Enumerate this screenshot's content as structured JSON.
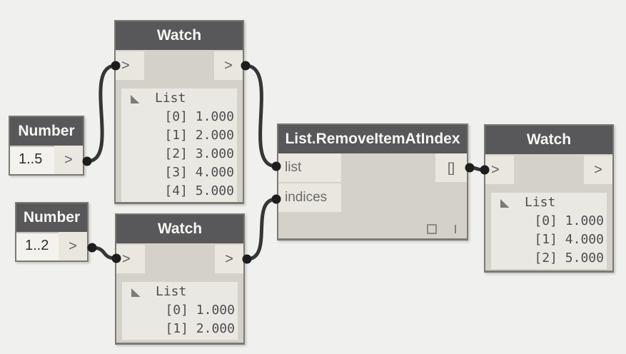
{
  "app": {
    "name": "Dynamo node graph canvas"
  },
  "colors": {
    "canvas_bg": "#f0f0ee",
    "node_header_bg": "#58585a",
    "node_body_bg": "#d4d1ca",
    "port_bg": "#e9e7e0",
    "content_bg": "#eae8e2",
    "wire": "#363636",
    "connector_dot": "#1d1d1d",
    "header_text": "#f7f6f4",
    "mono_text": "#4e4e52"
  },
  "nodes": {
    "number1": {
      "title": "Number",
      "value": "1..5",
      "output_port": ">"
    },
    "number2": {
      "title": "Number",
      "value": "1..2",
      "output_port": ">"
    },
    "watch_top": {
      "title": "Watch",
      "input_port": ">",
      "output_port": ">",
      "tree_root": "List",
      "items": [
        "[0] 1.000",
        "[1] 2.000",
        "[2] 3.000",
        "[3] 4.000",
        "[4] 5.000"
      ]
    },
    "watch_bottom": {
      "title": "Watch",
      "input_port": ">",
      "output_port": ">",
      "tree_root": "List",
      "items": [
        "[0] 1.000",
        "[1] 2.000"
      ]
    },
    "remove_item": {
      "title": "List.RemoveItemAtIndex",
      "inputs": [
        "list",
        "indices"
      ],
      "output": "[]"
    },
    "watch_result": {
      "title": "Watch",
      "input_port": ">",
      "output_port": ">",
      "tree_root": "List",
      "items": [
        "[0] 1.000",
        "[1] 4.000",
        "[2] 5.000"
      ]
    }
  }
}
